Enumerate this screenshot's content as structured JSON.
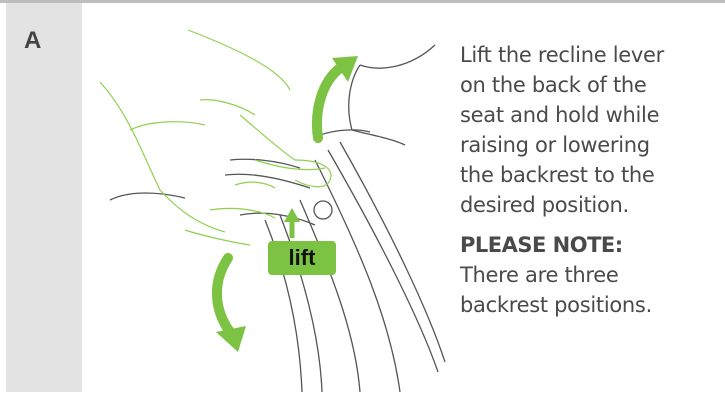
{
  "step": {
    "letter": "A"
  },
  "illustration": {
    "badge_label": "lift",
    "accent_color": "#7cc243",
    "line_color": "#555555",
    "hand_color": "#8fd14f"
  },
  "instructions": {
    "body_lines": [
      "Lift the recline lever",
      "on the back of the",
      "seat and hold while",
      "raising or lowering",
      "the backrest to the",
      "desired position."
    ],
    "note_title": "PLEASE NOTE:",
    "note_lines": [
      "There are three",
      "backrest positions."
    ]
  }
}
